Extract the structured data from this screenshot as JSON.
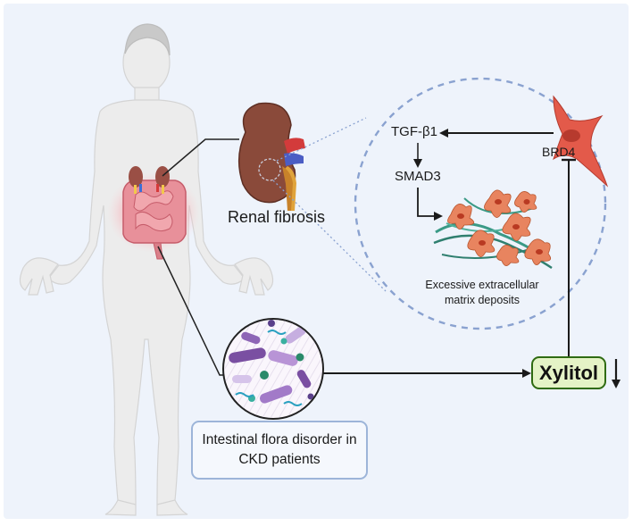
{
  "labels": {
    "renal": "Renal fibrosis",
    "tgf": "TGF-β1",
    "smad": "SMAD3",
    "brd": "BRD4",
    "ecm": "Excessive extracellular matrix deposits",
    "xylitol": "Xylitol",
    "flora": "Intestinal flora disorder in CKD patients"
  },
  "colors": {
    "panel": "#eef3fb",
    "body": "#eeeeee",
    "kidney": "#8a4a3a",
    "fibroblast": "#e36a4f",
    "xylitol_border": "#2f6b12",
    "xylitol_fill": "#e4f3c6",
    "dashed_circle": "#8aa2d0"
  },
  "icons": [
    "human-figure-icon",
    "kidney-icon",
    "intestine-icon",
    "bacteria-icon",
    "fibroblast-icon",
    "down-arrow-icon"
  ]
}
